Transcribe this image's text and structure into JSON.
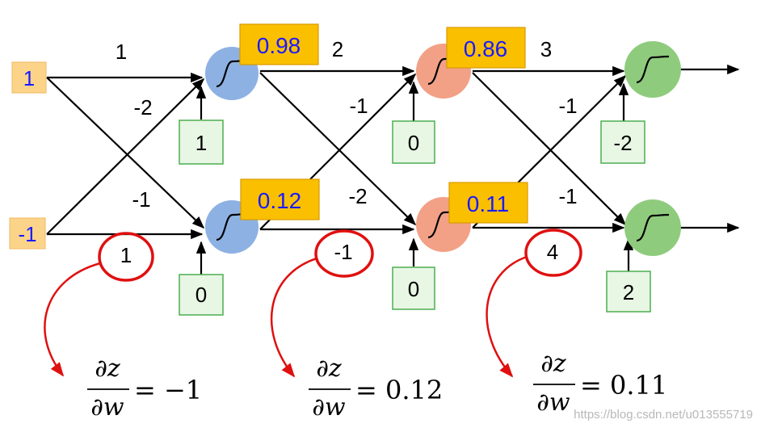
{
  "inputs": [
    "1",
    "-1"
  ],
  "weights": {
    "layer1": {
      "top_straight": "1",
      "top_cross": "-2",
      "bottom_cross": "-1",
      "bottom_straight": "1"
    },
    "layer2": {
      "top_straight": "2",
      "top_cross": "-1",
      "bottom_cross": "-2",
      "bottom_straight": "-1"
    },
    "layer3": {
      "top_straight": "3",
      "top_cross": "-1",
      "bottom_cross": "-1",
      "bottom_straight": "4"
    }
  },
  "biases": {
    "layer1": [
      "1",
      "0"
    ],
    "layer2": [
      "0",
      "0"
    ],
    "layer3": [
      "-2",
      "2"
    ]
  },
  "activations": {
    "layer1": [
      "0.98",
      "0.12"
    ],
    "layer2": [
      "0.86",
      "0.11"
    ]
  },
  "derivatives": [
    {
      "lhs_num": "∂z",
      "lhs_den": "∂w",
      "rhs": "= −1"
    },
    {
      "lhs_num": "∂z",
      "lhs_den": "∂w",
      "rhs": "= 0.12"
    },
    {
      "lhs_num": "∂z",
      "lhs_den": "∂w",
      "rhs": "= 0.11"
    }
  ],
  "watermark": "https://blog.csdn.net/u013555719",
  "colors": {
    "input_box": "#fbd48a",
    "activation_box": "#fac000",
    "activation_text": "#1a1aff",
    "layer1_neuron": "#8db1e3",
    "layer2_neuron": "#f2a186",
    "layer3_neuron": "#8fcb7d",
    "bias_box_border": "#4caf50",
    "highlight": "#e01010"
  }
}
